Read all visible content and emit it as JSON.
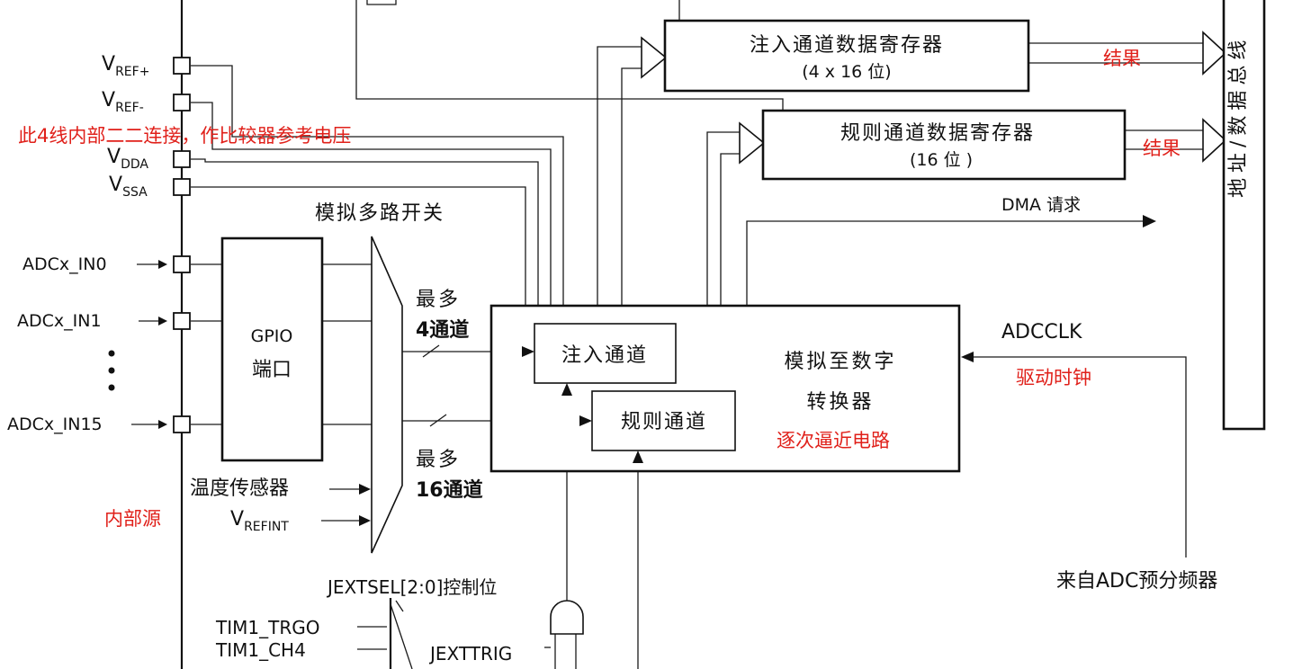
{
  "colors": {
    "annotation": "#e0201a",
    "line": "#111111",
    "background": "#ffffff"
  },
  "labels": {
    "vref_plus_main": "V",
    "vref_plus_sub": "REF+",
    "vref_minus_main": "V",
    "vref_minus_sub": "REF-",
    "vdda_main": "V",
    "vdda_sub": "DDA",
    "vssa_main": "V",
    "vssa_sub": "SSA",
    "adc_in0": "ADCx_IN0",
    "adc_in1": "ADCx_IN1",
    "adc_in15": "ADCx_IN15",
    "gpio_line1": "GPIO",
    "gpio_line2": "端口",
    "analog_mux": "模拟多路开关",
    "temp_sensor": "温度传感器",
    "vrefint_main": "V",
    "vrefint_sub": "REFINT",
    "max4_line1": "最多",
    "max4_line2": "4通道",
    "max16_line1": "最多",
    "max16_line2": "16通道",
    "injected_channel": "注入通道",
    "regular_channel": "规则通道",
    "adc_line1": "模拟至数字",
    "adc_line2": "转换器",
    "injected_register_title": "注入通道数据寄存器",
    "injected_register_size": "(4 x 16 位)",
    "regular_register_title": "规则通道数据寄存器",
    "regular_register_size": "(16 位 )",
    "dma_request": "DMA 请求",
    "adcclk": "ADCCLK",
    "prescaler_source": "来自ADC预分频器",
    "bus": "地址/数据总线",
    "jextsel": "JEXTSEL[2:0]控制位",
    "jexttrig": "JEXTTRIG",
    "tim1_trgo": "TIM1_TRGO",
    "tim1_ch4": "TIM1_CH4"
  },
  "annotations": {
    "ref_note": "此4线内部二二连接，作比较器参考电压",
    "result_injected": "结果",
    "result_regular": "结果",
    "clock_note": "驱动时钟",
    "sar_note": "逐次逼近电路",
    "internal_source": "内部源"
  }
}
